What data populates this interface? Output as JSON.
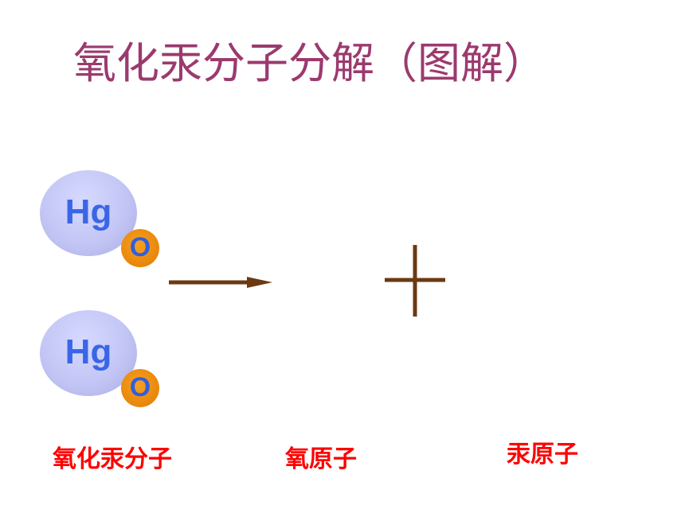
{
  "title": "氧化汞分子分解（图解）",
  "molecules": [
    {
      "mercury_symbol": "Hg",
      "oxygen_symbol": "O"
    },
    {
      "mercury_symbol": "Hg",
      "oxygen_symbol": "O"
    }
  ],
  "labels": {
    "reactant": "氧化汞分子",
    "oxygen_atom": "氧原子",
    "mercury_atom": "汞原子"
  },
  "colors": {
    "title": "#9b3a6e",
    "label": "#ff0000",
    "mercury_atom": "#c3c6f5",
    "oxygen_atom": "#e8860a",
    "symbol_text": "#3a66e6",
    "arrow": "#6b3a12",
    "plus": "#6b3a12"
  },
  "icons": {
    "arrow": "right-arrow-icon",
    "plus": "plus-icon"
  }
}
